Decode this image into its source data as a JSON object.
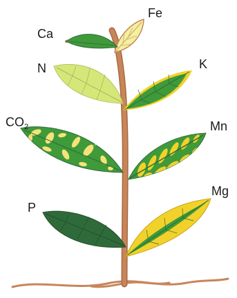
{
  "nutrients": {
    "ca": "Ca",
    "fe": "Fe",
    "n": "N",
    "k": "K",
    "co2_main": "CO",
    "co2_sub": "2",
    "mn": "Mn",
    "p": "P",
    "mg": "Mg"
  },
  "colors": {
    "stem": "#c8855a",
    "stem_edge": "#a86a42",
    "healthy_green": "#3f9a3a",
    "dark_green": "#2f6b3a",
    "pale_yellow": "#f3f0a0",
    "light_yellow_green": "#d6e77a",
    "chlorosis_yellow": "#f2d12a",
    "spot_yellow": "#f6e27a"
  }
}
